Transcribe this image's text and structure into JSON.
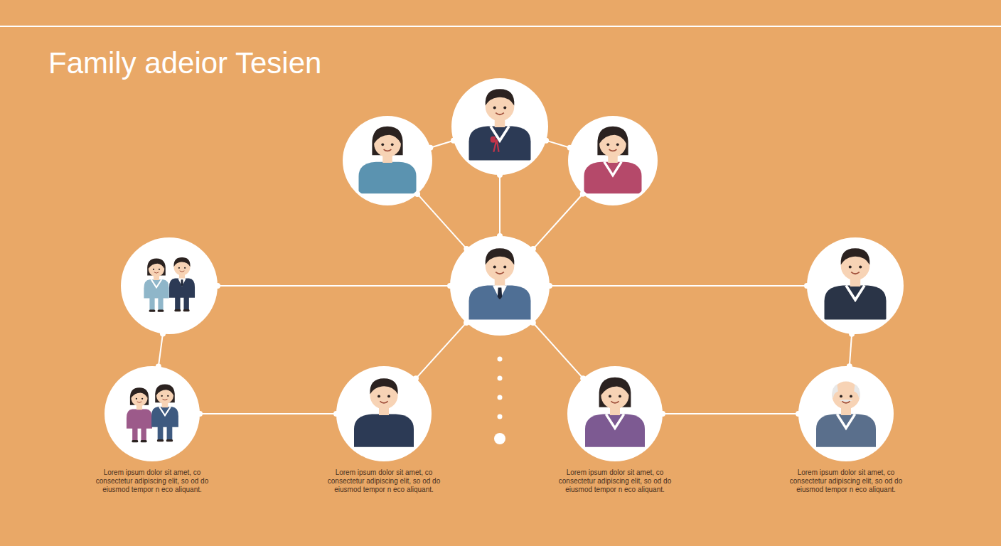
{
  "diagram": {
    "title": "Family adeior Tesien",
    "nodes": [
      {
        "text": []
      },
      {
        "text": []
      },
      {
        "text": []
      },
      {
        "text": []
      },
      {
        "text": []
      },
      {
        "text": []
      },
      {
        "text": [
          "Lorem ipsum dolor sit amet, co consectetur adipiscing elit, so od do eiusmod tempor n eco aliquant."
        ]
      },
      {
        "text": [
          "Lorem ipsum dolor sit amet, co consectetur adipiscing elit, so od do eiusmod tempor n eco aliquant."
        ]
      },
      {
        "text": [
          "Lorem ipsum dolor sit amet, co consectetur adipiscing elit, so od do eiusmod tempor n eco aliquant."
        ]
      },
      {
        "text": [
          "Lorem ipsum dolor sit amet, co consectetur adipiscing elit, so od do eiusmod tempor n eco aliquant."
        ]
      }
    ],
    "edges": [
      {
        "from": 0,
        "to": 1,
        "arrow": "none"
      },
      {
        "from": 0,
        "to": 2,
        "arrow": "none"
      },
      {
        "from": 0,
        "to": 4,
        "arrow": "none"
      },
      {
        "from": 1,
        "to": 4,
        "arrow": "none"
      },
      {
        "from": 2,
        "to": 4,
        "arrow": "none"
      },
      {
        "from": 3,
        "to": 4,
        "arrow": "none"
      },
      {
        "from": 4,
        "to": 5,
        "arrow": "none"
      },
      {
        "from": 4,
        "to": 7,
        "arrow": "none"
      },
      {
        "from": 4,
        "to": 8,
        "arrow": "none"
      },
      {
        "from": 3,
        "to": 6,
        "arrow": "none"
      },
      {
        "from": 5,
        "to": 9,
        "arrow": "none"
      },
      {
        "from": 6,
        "to": 7,
        "arrow": "none"
      },
      {
        "from": 8,
        "to": 9,
        "arrow": "none"
      }
    ]
  }
}
